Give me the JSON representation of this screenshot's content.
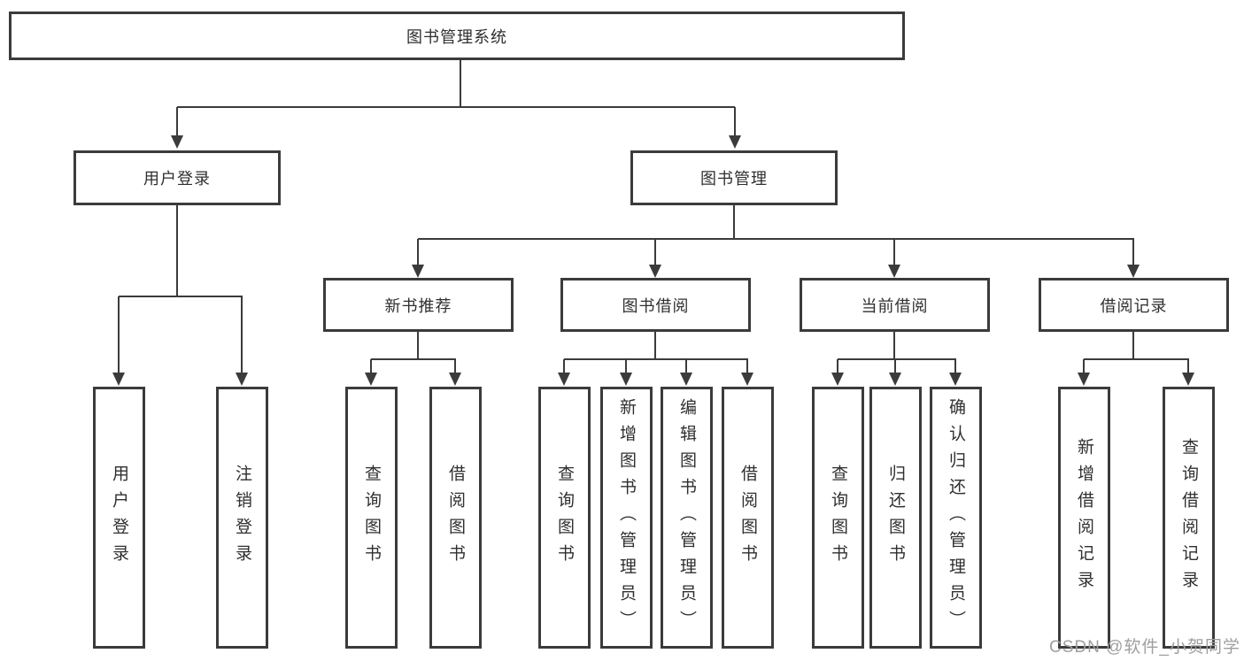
{
  "tree": {
    "root": {
      "label": "图书管理系统"
    },
    "level2": [
      {
        "label": "用户登录"
      },
      {
        "label": "图书管理"
      }
    ],
    "level3": [
      {
        "label": "新书推荐"
      },
      {
        "label": "图书借阅"
      },
      {
        "label": "当前借阅"
      },
      {
        "label": "借阅记录"
      }
    ],
    "leaves": {
      "user": [
        "用户登录",
        "注销登录"
      ],
      "newbook": [
        "查询图书",
        "借阅图书"
      ],
      "borrow": [
        "查询图书",
        "新增图书（管理员）",
        "编辑图书（管理员）",
        "借阅图书"
      ],
      "current": [
        "查询图书",
        "归还图书",
        "确认归还（管理员）"
      ],
      "record": [
        "新增借阅记录",
        "查询借阅记录"
      ]
    }
  },
  "watermark": "CSDN @软件_小贺同学",
  "colors": {
    "line": "#3b3b3b",
    "box_background": "#ffffff",
    "text": "#2f2f2f",
    "watermark": "#9f9f9f",
    "page_background": "#ffffff"
  }
}
